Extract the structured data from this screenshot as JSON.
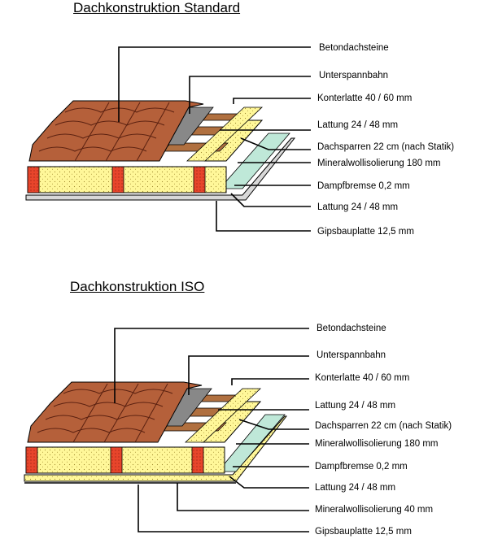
{
  "diagrams": [
    {
      "title": "Dachkonstruktion  Standard",
      "labels": [
        "Betondachsteine",
        "Unterspannbahn",
        "Konterlatte  40 / 60 mm",
        "Lattung  24 / 48 mm",
        "Dachsparren  22 cm (nach  Statik)",
        "Mineralwollisolierung  180 mm",
        "Dampfbremse  0,2 mm",
        "Lattung  24 / 48 mm",
        "Gipsbauplatte  12,5 mm"
      ]
    },
    {
      "title": "Dachkonstruktion   ISO",
      "labels": [
        "Betondachsteine",
        "Unterspannbahn",
        "Konterlatte  40 / 60 mm",
        "Lattung  24 / 48 mm",
        "Dachsparren  22 cm (nach  Statik)",
        "Mineralwollisolierung  180 mm",
        "Dampfbremse  0,2 mm",
        "Lattung  24 / 48 mm",
        "Mineralwollisolierung  40 mm",
        "Gipsbauplatte  12,5 mm"
      ]
    }
  ],
  "colors": {
    "tile": "#b5603a",
    "tile_dark": "#7a3a20",
    "insulation": "#fff799",
    "rafter": "#e8452b",
    "membrane": "#888888",
    "vapor": "#bfe8d8",
    "batten": "#b07040"
  }
}
